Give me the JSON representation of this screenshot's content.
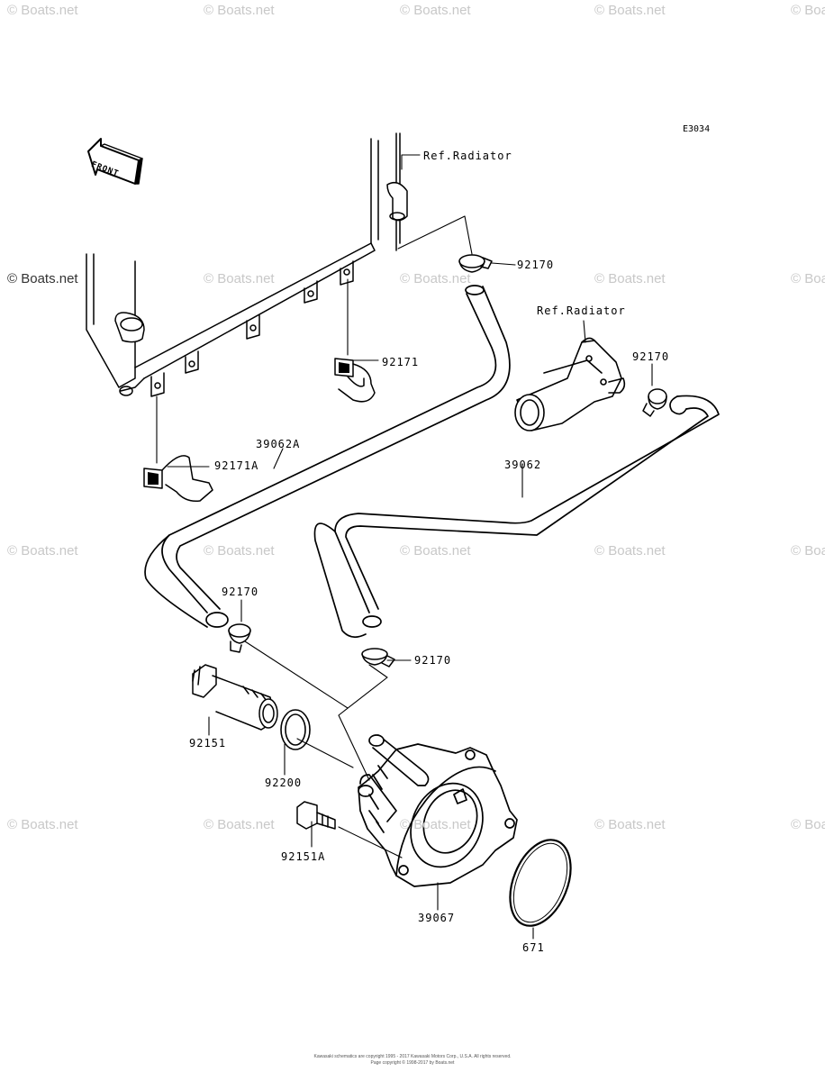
{
  "diagram": {
    "code": "E3034",
    "front_label": "FRONT",
    "references": [
      "Ref.Radiator",
      "Ref.Radiator"
    ],
    "parts": [
      "92170",
      "92171",
      "92170",
      "39062A",
      "92171A",
      "39062",
      "92170",
      "92170",
      "92151",
      "92200",
      "92151A",
      "39067",
      "671"
    ],
    "watermarks": [
      "© Boats.net",
      "© Boats.net",
      "© Boats.net",
      "© Boats.net",
      "© Boats.net",
      "© Boats.net",
      "© Boats.net",
      "© Boats.net",
      "© Boats.net",
      "© Boats.net",
      "© Boats.net",
      "© Boats.net",
      "© Boats.net",
      "© Boats.net",
      "© Boats.net",
      "© Boats.net",
      "© Boats.net",
      "© Boats.net",
      "© Boats.net",
      "© Boats.net"
    ],
    "copyright": [
      "Kawasaki schematics are copyright 1995 - 2017 Kawasaki Motors Corp., U.S.A. All rights reserved.",
      "Page copyright © 1998-2017 by Boats.net"
    ]
  }
}
